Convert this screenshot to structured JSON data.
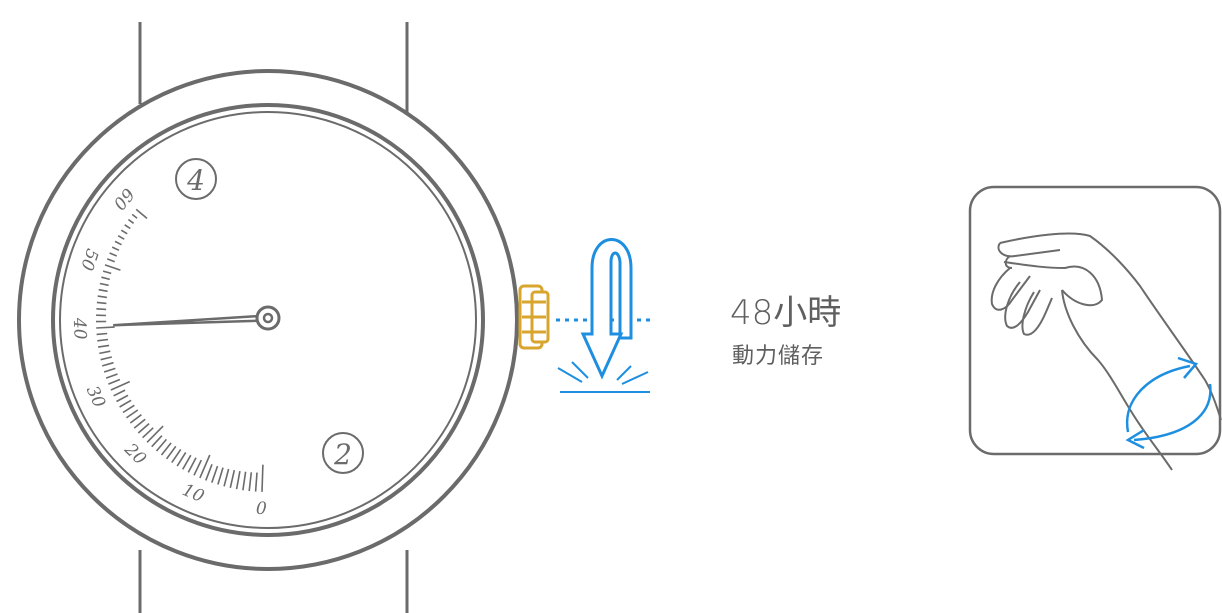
{
  "power_reserve": {
    "title": "48小時",
    "subtitle": "動力儲存"
  },
  "dial": {
    "markers": [
      "④",
      "②"
    ],
    "scale_labels": [
      "0",
      "10",
      "20",
      "30",
      "40",
      "50",
      "60"
    ],
    "hand_value": 40
  },
  "colors": {
    "outline": "#6b6b6b",
    "accent": "#1e8fe0",
    "text": "#5f5f5f"
  },
  "icons": [
    "crown-wind-icon",
    "wrist-shake-icon"
  ]
}
